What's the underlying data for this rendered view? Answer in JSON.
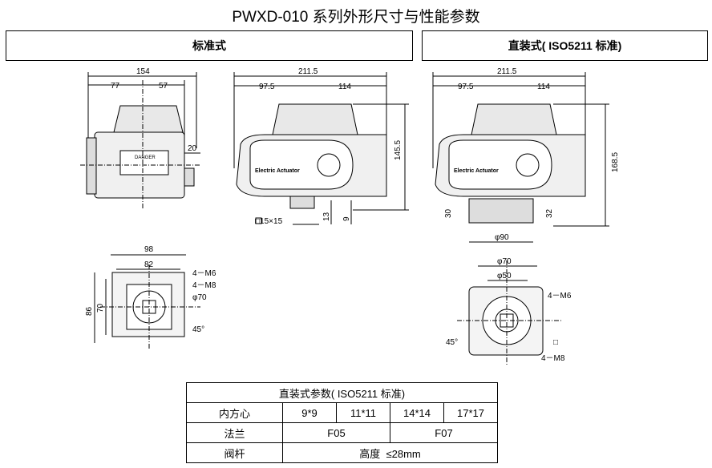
{
  "title": "PWXD-010 系列外形尺寸与性能参数",
  "sections": {
    "standard": "标准式",
    "direct": "直装式( ISO5211  标准)"
  },
  "drawing": {
    "front": {
      "w": "154",
      "l": "77",
      "r": "57",
      "side": "20",
      "danger": "DANGER"
    },
    "side": {
      "w": "211.5",
      "l": "97.5",
      "r": "114",
      "h": "145.5",
      "a": "13",
      "b": "9",
      "sq": "□15×15",
      "label": "Electric Actuator"
    },
    "direct_side": {
      "w": "211.5",
      "l": "97.5",
      "r": "114",
      "h": "168.5",
      "a": "30",
      "b": "32",
      "d": "φ90",
      "label": "Electric Actuator"
    },
    "bottom": {
      "w": "98",
      "w2": "82",
      "m6": "4－M6",
      "m8": "4－M8",
      "d": "φ70",
      "h": "86",
      "h2": "70",
      "ang": "45°"
    },
    "direct_bottom": {
      "d1": "φ70",
      "d2": "φ50",
      "m6": "4－M6",
      "sq": "□",
      "ang": "45°",
      "m8": "4－M8"
    }
  },
  "table": {
    "header": "直装式参数( ISO5211  标准)",
    "rows": [
      {
        "label": "内方心",
        "cells": [
          "9*9",
          "11*11",
          "14*14",
          "17*17"
        ]
      },
      {
        "label": "法兰",
        "cells": [
          "F05",
          "F07"
        ]
      },
      {
        "label": "阀杆",
        "cells": [
          "高度  ≤28mm"
        ]
      }
    ]
  }
}
